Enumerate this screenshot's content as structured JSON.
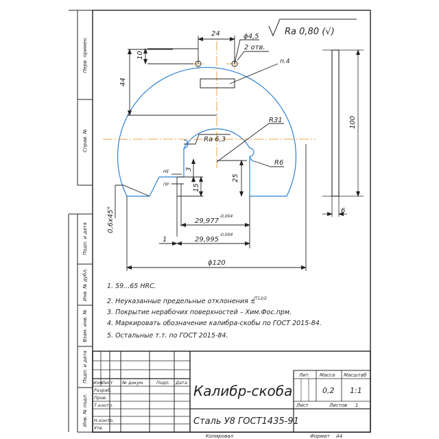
{
  "drawing": {
    "roughness_main": "Ra 0,80 (√)",
    "dims": {
      "d24": "24",
      "d_hole": "ϕ4,5",
      "holes_count": "2 отв.",
      "callout_n4": "п.4",
      "d10": "10",
      "d44": "44",
      "r31": "R31",
      "ra_inner": "Ra 6,3",
      "r6": "R6",
      "label_ne": "НЕ",
      "label_pr": "ПР",
      "d3": "3",
      "d15": "15",
      "d25": "25",
      "d100": "100",
      "d6": "6",
      "chamfer": "0,6x45°",
      "d1": "1",
      "ne_size": "29,977",
      "ne_tol": "-0,004",
      "pr_size": "29,995",
      "pr_tol": "-0,004",
      "diam120": "ϕ120"
    },
    "notes": [
      "1. 59...65 HRC.",
      "2. Неуказанные предельные отклонения ±",
      "3. Покрытие нерабочих поверхностей – Хим.Фос.прм.",
      "4. Маркировать обозначение калибра-скобы по ГОСТ 2015-84.",
      "5. Остальные т.т. по ГОСТ 2015-84."
    ],
    "note2_frac": "IT12/2"
  },
  "side_stamps": [
    "Перв. примен.",
    "Справ. №",
    "Подп. и дата",
    "Инв. № дубл.",
    "Взам. инв. №",
    "Подп. и дата",
    "Инв. № подл."
  ],
  "title_block": {
    "title": "Калибр-скоба",
    "material": "Сталь У8 ГОСТ1435-91",
    "col_izm": "Изм",
    "col_list": "Лист",
    "col_doc": "№ докум.",
    "col_sign": "Подп.",
    "col_date": "Дата",
    "role_razrab": "Разраб.",
    "role_prov": "Пров.",
    "role_tkontr": "Т.контр.",
    "role_nkontr": "Н.контр.",
    "role_utv": "Утв.",
    "lit_label": "Лит.",
    "mass_label": "Масса",
    "scale_label": "Масштаб",
    "mass_value": "0,2",
    "scale_value": "1:1",
    "sheet_label": "Лист",
    "sheets_label": "Листов",
    "sheets_value": "1",
    "copied": "Копировал",
    "format": "Формат",
    "format_value": "A4"
  },
  "colors": {
    "outline": "#2a7fd0",
    "axis": "#e8a24a",
    "lines": "#222222"
  }
}
